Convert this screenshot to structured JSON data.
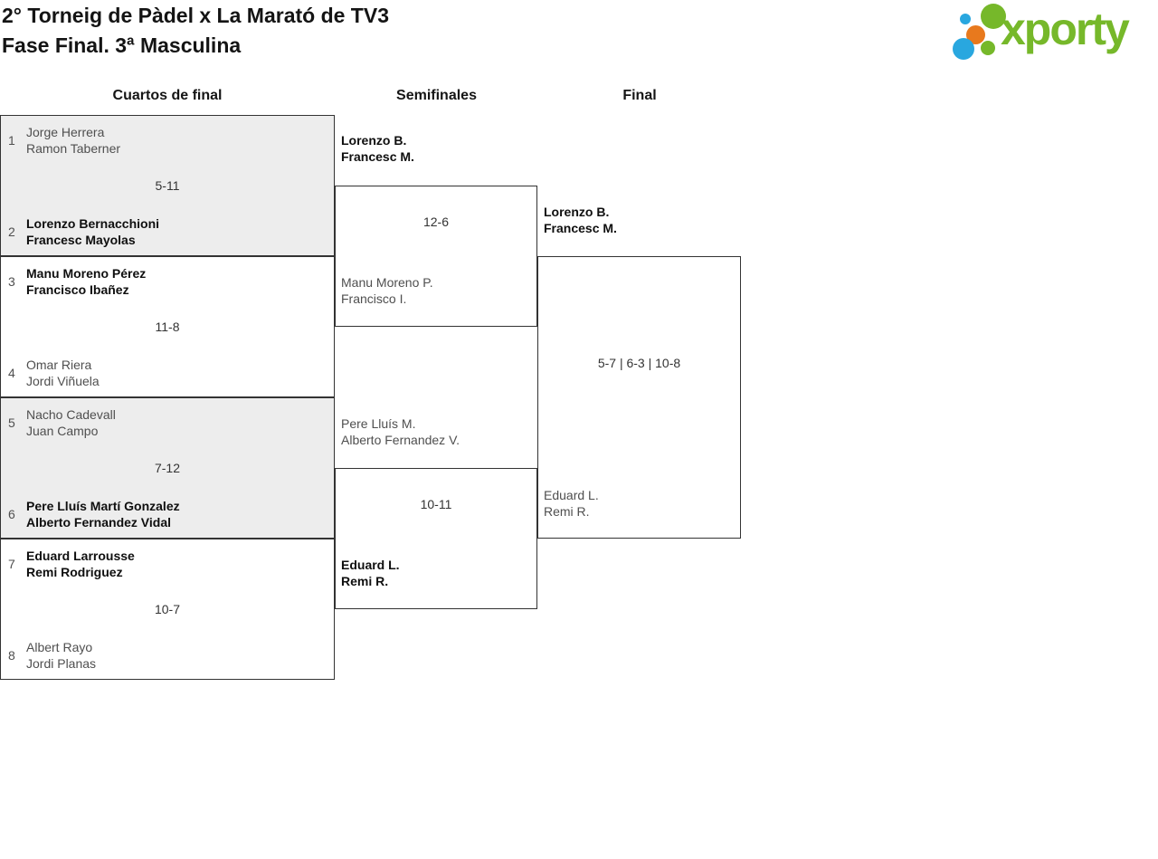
{
  "title": {
    "line1": "2° Torneig de Pàdel x La Marató de TV3",
    "line2": "Fase Final. 3ª Masculina"
  },
  "logo": {
    "text": "xporty",
    "colors": {
      "green": "#76b82a",
      "blue": "#29a7df",
      "orange": "#e8791d"
    }
  },
  "round_headers": {
    "quarterfinals": "Cuartos de final",
    "semifinals": "Semifinales",
    "final": "Final"
  },
  "quarterfinals": [
    {
      "seed_top": "1",
      "top_player1": "Jorge Herrera",
      "top_player2": "Ramon Taberner",
      "top_winner": false,
      "score": "5-11",
      "seed_bottom": "2",
      "bottom_player1": "Lorenzo Bernacchioni",
      "bottom_player2": "Francesc Mayolas",
      "bottom_winner": true
    },
    {
      "seed_top": "3",
      "top_player1": "Manu Moreno Pérez",
      "top_player2": "Francisco Ibañez",
      "top_winner": true,
      "score": "11-8",
      "seed_bottom": "4",
      "bottom_player1": "Omar Riera",
      "bottom_player2": "Jordi Viñuela",
      "bottom_winner": false
    },
    {
      "seed_top": "5",
      "top_player1": "Nacho Cadevall",
      "top_player2": "Juan Campo",
      "top_winner": false,
      "score": "7-12",
      "seed_bottom": "6",
      "bottom_player1": "Pere Lluís Martí Gonzalez",
      "bottom_player2": "Alberto Fernandez Vidal",
      "bottom_winner": true
    },
    {
      "seed_top": "7",
      "top_player1": "Eduard Larrousse",
      "top_player2": "Remi Rodriguez",
      "top_winner": true,
      "score": "10-7",
      "seed_bottom": "8",
      "bottom_player1": "Albert Rayo",
      "bottom_player2": "Jordi Planas",
      "bottom_winner": false
    }
  ],
  "semifinals": [
    {
      "top_player1": "Lorenzo B.",
      "top_player2": "Francesc M.",
      "top_winner": true,
      "score": "12-6",
      "bottom_player1": "Manu Moreno P.",
      "bottom_player2": "Francisco I.",
      "bottom_winner": false
    },
    {
      "top_player1": "Pere Lluís M.",
      "top_player2": "Alberto Fernandez V.",
      "top_winner": false,
      "score": "10-11",
      "bottom_player1": "Eduard L.",
      "bottom_player2": "Remi R.",
      "bottom_winner": true
    }
  ],
  "final": {
    "top_player1": "Lorenzo B.",
    "top_player2": "Francesc M.",
    "top_winner": true,
    "score": "5-7 | 6-3 | 10-8",
    "bottom_player1": "Eduard L.",
    "bottom_player2": "Remi R.",
    "bottom_winner": false
  }
}
